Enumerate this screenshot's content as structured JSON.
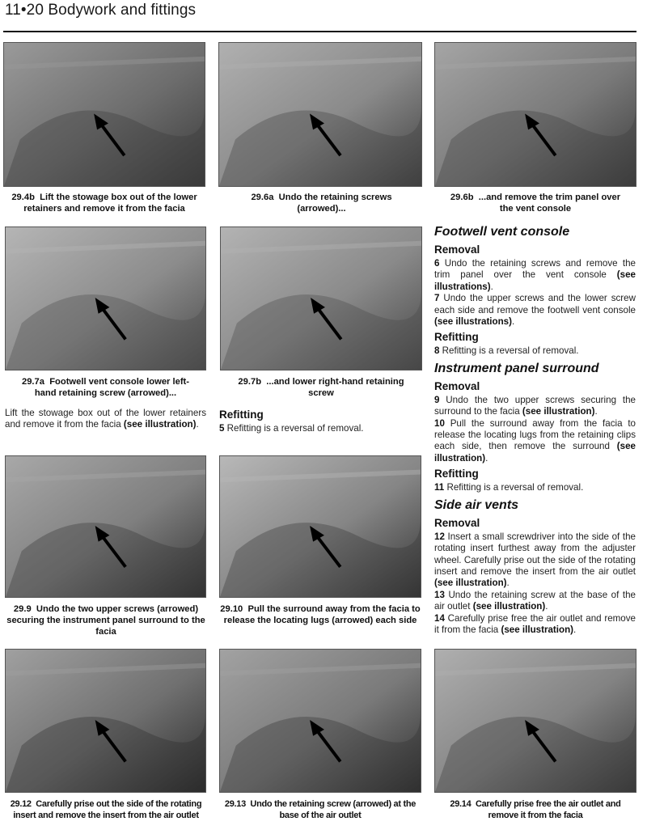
{
  "page": {
    "header": "11•20  Bodywork and fittings"
  },
  "figures": [
    {
      "id": "29.4b",
      "caption_num": "29.4b",
      "caption": "Lift the stowage box out of the lower retainers and remove it from the facia",
      "tone": [
        "#6d6d6d",
        "#9a9a9a",
        "#3a3a3a"
      ]
    },
    {
      "id": "29.6a",
      "caption_num": "29.6a",
      "caption": "Undo the retaining screws (arrowed)...",
      "tone": [
        "#8a8a8a",
        "#b0b0b0",
        "#404040"
      ]
    },
    {
      "id": "29.6b",
      "caption_num": "29.6b",
      "caption": "...and remove the trim panel over the vent console",
      "tone": [
        "#7a7a7a",
        "#a5a5a5",
        "#3c3c3c"
      ]
    },
    {
      "id": "29.7a",
      "caption_num": "29.7a",
      "caption": "Footwell vent console lower left-hand retaining screw (arrowed)...",
      "tone": [
        "#8c8c8c",
        "#b5b5b5",
        "#4a4a4a"
      ]
    },
    {
      "id": "29.7b",
      "caption_num": "29.7b",
      "caption": "...and lower right-hand retaining screw",
      "tone": [
        "#8a8a8a",
        "#b3b3b3",
        "#474747"
      ]
    },
    {
      "id": "29.9",
      "caption_num": "29.9",
      "caption": "Undo the two upper screws (arrowed) securing the instrument panel surround to the facia",
      "tone": [
        "#7f7f7f",
        "#a8a8a8",
        "#333333"
      ]
    },
    {
      "id": "29.10",
      "caption_num": "29.10",
      "caption": "Pull the surround away from the facia to release the locating lugs (arrowed) each side",
      "tone": [
        "#858585",
        "#b8b8b8",
        "#353535"
      ]
    },
    {
      "id": "29.12",
      "caption_num": "29.12",
      "caption": "Carefully prise out the side of the rotating insert and remove the insert from the air outlet",
      "tone": [
        "#707070",
        "#a0a0a0",
        "#2c2c2c"
      ]
    },
    {
      "id": "29.13",
      "caption_num": "29.13",
      "caption": "Undo the retaining screw (arrowed) at the base of the air outlet",
      "tone": [
        "#7a7a7a",
        "#a2a2a2",
        "#303030"
      ]
    },
    {
      "id": "29.14",
      "caption_num": "29.14",
      "caption": "Carefully prise free the air outlet and remove it from the facia",
      "tone": [
        "#838383",
        "#afafaf",
        "#3a3a3a"
      ]
    }
  ],
  "left_text": {
    "para": "Lift the stowage box out of the lower retainers and remove it from the facia ",
    "ref": "(see illustration)",
    "end": "."
  },
  "mid_text": {
    "heading": "Refitting",
    "num": "5",
    "para": " Refitting is a reversal of removal."
  },
  "right_text": {
    "sections": [
      {
        "title": "Footwell vent console",
        "subs": [
          {
            "heading": "Removal",
            "paras": [
              {
                "num": "6",
                "text": " Undo the retaining screws and remove the trim panel over the vent console ",
                "ref": "(see illustrations)",
                "end": "."
              },
              {
                "num": "7",
                "text": " Undo the upper screws and the lower screw each side and remove the footwell vent console ",
                "ref": "(see illustrations)",
                "end": "."
              }
            ]
          },
          {
            "heading": "Refitting",
            "paras": [
              {
                "num": "8",
                "text": " Refitting is a reversal of removal.",
                "ref": "",
                "end": ""
              }
            ]
          }
        ]
      },
      {
        "title": "Instrument panel surround",
        "subs": [
          {
            "heading": "Removal",
            "paras": [
              {
                "num": "9",
                "text": " Undo the two upper screws securing the surround to the facia ",
                "ref": "(see illustration)",
                "end": "."
              },
              {
                "num": "10",
                "text": " Pull the surround away from the facia to release the locating lugs from the retaining clips each side, then remove the surround ",
                "ref": "(see illustration)",
                "end": "."
              }
            ]
          },
          {
            "heading": "Refitting",
            "paras": [
              {
                "num": "11",
                "text": " Refitting is a reversal of removal.",
                "ref": "",
                "end": ""
              }
            ]
          }
        ]
      },
      {
        "title": "Side air vents",
        "subs": [
          {
            "heading": "Removal",
            "paras": [
              {
                "num": "12",
                "text": " Insert a small screwdriver into the side of the rotating insert furthest away from the adjuster wheel. Carefully prise out the side of the rotating insert and remove the insert from the air outlet ",
                "ref": "(see illustration)",
                "end": "."
              },
              {
                "num": "13",
                "text": " Undo the retaining screw at the base of the air outlet ",
                "ref": "(see illustration)",
                "end": "."
              },
              {
                "num": "14",
                "text": " Carefully prise free the air outlet and remove it from the facia ",
                "ref": "(see illustration)",
                "end": "."
              }
            ]
          }
        ]
      }
    ]
  }
}
